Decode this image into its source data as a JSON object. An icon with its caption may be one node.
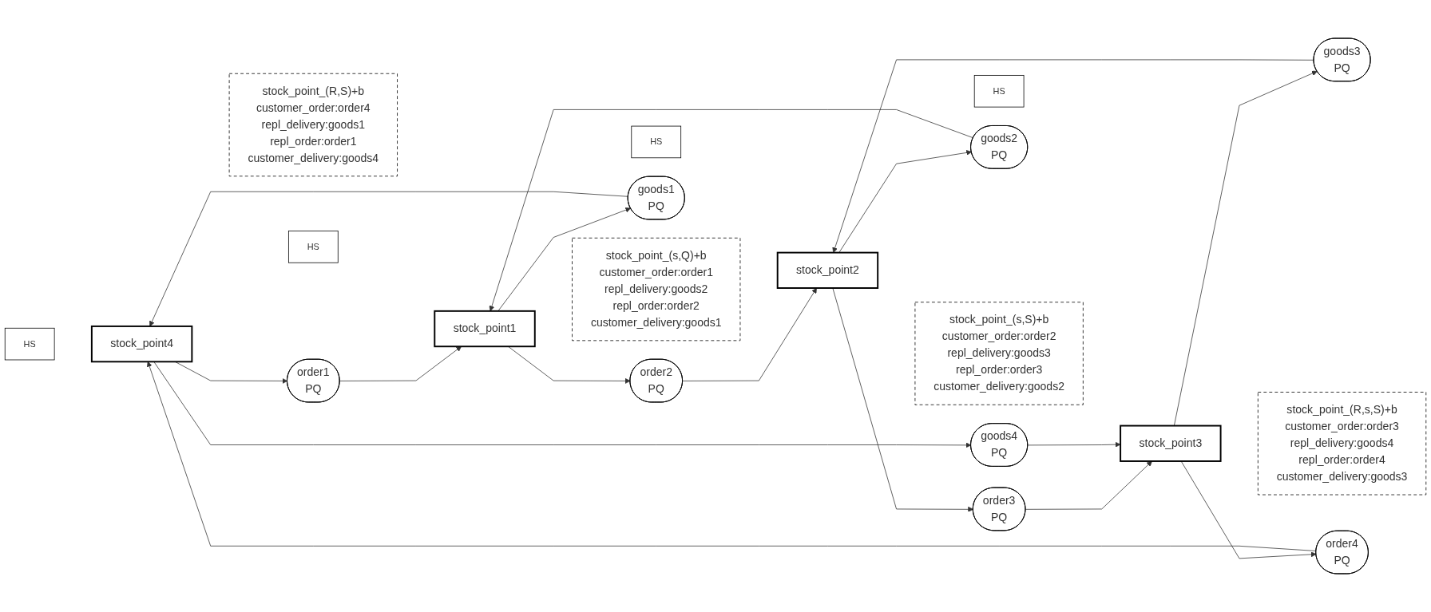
{
  "diagram": {
    "nodes": [
      {
        "text": [
          "HS"
        ]
      },
      {
        "text": [
          "stock_point4"
        ]
      },
      {
        "text": [
          "stock_point_(R,S)+b",
          "customer_order:order4",
          "repl_delivery:goods1",
          "repl_order:order1",
          "customer_delivery:goods4"
        ]
      },
      {
        "text": [
          "order1",
          "PQ"
        ]
      },
      {
        "text": [
          "order2",
          "PQ"
        ]
      },
      {
        "text": [
          "order3",
          "PQ"
        ]
      },
      {
        "text": [
          "order4",
          "PQ"
        ]
      },
      {
        "text": [
          "HS"
        ]
      },
      {
        "text": [
          "HS"
        ]
      },
      {
        "text": [
          "HS"
        ]
      },
      {
        "text": [
          "stock_point1"
        ]
      },
      {
        "text": [
          "stock_point2"
        ]
      },
      {
        "text": [
          "stock_point3"
        ]
      },
      {
        "text": [
          "goods1",
          "PQ"
        ]
      },
      {
        "text": [
          "stock_point_(s,Q)+b",
          "customer_order:order1",
          "repl_delivery:goods2",
          "repl_order:order2",
          "customer_delivery:goods1"
        ]
      },
      {
        "text": [
          "goods2",
          "PQ"
        ]
      },
      {
        "text": [
          "stock_point_(s,S)+b",
          "customer_order:order2",
          "repl_delivery:goods3",
          "repl_order:order3",
          "customer_delivery:goods2"
        ]
      },
      {
        "text": [
          "goods3",
          "PQ"
        ]
      },
      {
        "text": [
          "stock_point_(R,s,S)+b",
          "customer_order:order3",
          "repl_delivery:goods4",
          "repl_order:order4",
          "customer_delivery:goods3"
        ]
      },
      {
        "text": [
          "goods4",
          "PQ"
        ]
      }
    ],
    "edges": [
      {
        "from": 1,
        "to": 3,
        "arrow": "to"
      },
      {
        "from": 13,
        "to": 1,
        "arrow": "to"
      },
      {
        "from": 3,
        "to": 10,
        "arrow": "to"
      },
      {
        "from": 10,
        "to": 13,
        "arrow": "to"
      },
      {
        "from": 10,
        "to": 4,
        "arrow": "to"
      },
      {
        "from": 15,
        "to": 10,
        "arrow": "to"
      },
      {
        "from": 4,
        "to": 11,
        "arrow": "to"
      },
      {
        "from": 11,
        "to": 15,
        "arrow": "to"
      },
      {
        "from": 11,
        "to": 5,
        "arrow": "to"
      },
      {
        "from": 17,
        "to": 11,
        "arrow": "to"
      },
      {
        "from": 5,
        "to": 12,
        "arrow": "to"
      },
      {
        "from": 12,
        "to": 17,
        "arrow": "to"
      },
      {
        "from": 12,
        "to": 6,
        "arrow": "to"
      },
      {
        "from": 19,
        "to": 12,
        "arrow": "to"
      },
      {
        "from": 6,
        "to": 1,
        "arrow": "to"
      },
      {
        "from": 1,
        "to": 19,
        "arrow": "to"
      }
    ]
  }
}
